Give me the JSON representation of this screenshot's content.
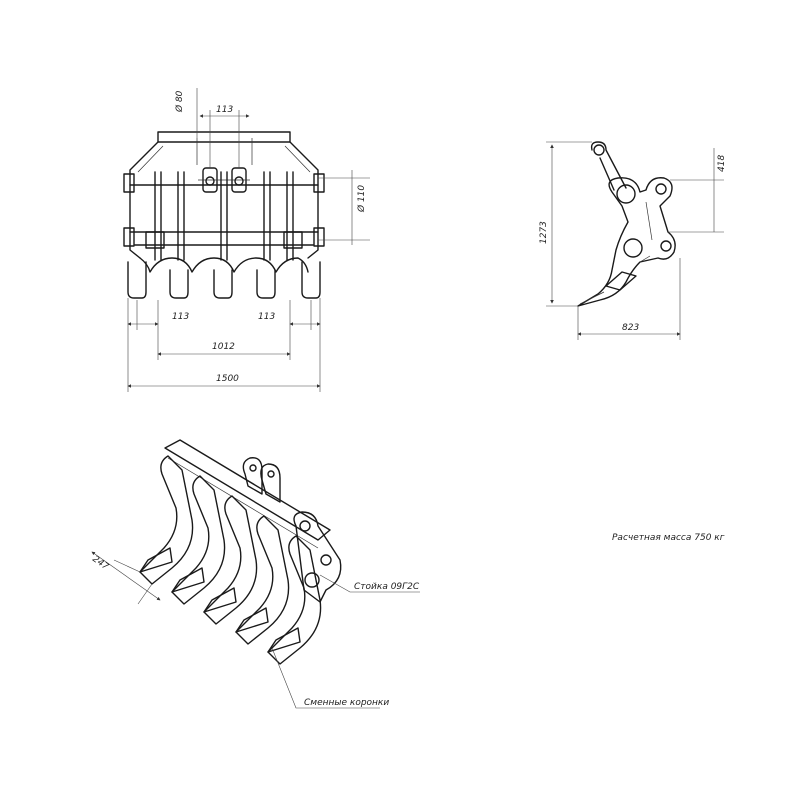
{
  "front_view": {
    "dims": {
      "pin_dia_top": "Ø 80",
      "pin_spacing_top": "113",
      "pin_dia_side": "Ø 110",
      "tooth_pitch_left": "113",
      "tooth_pitch_right": "113",
      "center_span": "1012",
      "overall_width": "1500"
    }
  },
  "side_view": {
    "dims": {
      "height": "1273",
      "top_offset": "418",
      "depth": "823"
    }
  },
  "iso_view": {
    "dims": {
      "tooth_length": "247"
    },
    "callouts": {
      "post_material": "Стойка 09Г2С",
      "teeth": "Сменные коронки"
    }
  },
  "mass_note": "Расчетная масса 750 кг"
}
